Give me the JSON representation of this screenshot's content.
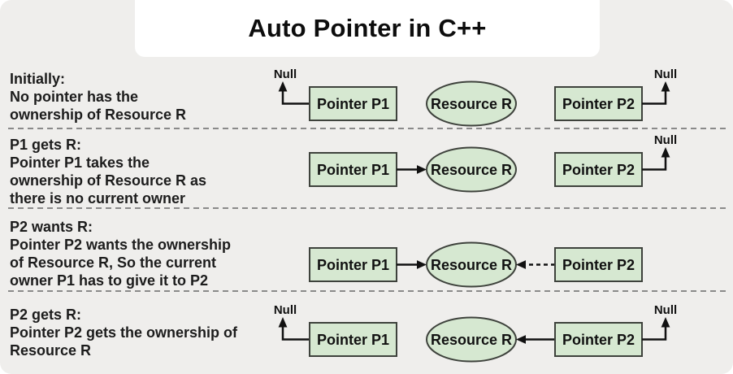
{
  "title": "Auto Pointer in C++",
  "labels": {
    "pointer_p1": "Pointer P1",
    "pointer_p2": "Pointer P2",
    "resource": "Resource R",
    "null_label": "Null"
  },
  "colors": {
    "canvas_bg": "#efeeec",
    "title_bg": "#ffffff",
    "node_fill": "#d6e8d1",
    "node_border": "#3e423c",
    "divider": "#8a8a8a",
    "text": "#1c1c1c",
    "line": "#111111"
  },
  "rows": [
    {
      "heading": "Initially:",
      "lines": [
        "No pointer has the",
        "ownership of Resource R"
      ],
      "p1_points_to": "Null",
      "p2_points_to": "Null"
    },
    {
      "heading": "P1 gets R:",
      "lines": [
        "Pointer P1 takes the",
        "ownership of Resource R as",
        "there is no current owner"
      ],
      "p1_points_to": "Resource R (solid arrow)",
      "p2_points_to": "Null"
    },
    {
      "heading": "P2 wants R:",
      "lines": [
        "Pointer P2 wants the ownership",
        "of Resource R, So the current",
        "owner P1 has to give it to P2"
      ],
      "p1_points_to": "Resource R (solid arrow)",
      "p2_points_to": "Resource R (dashed arrow)"
    },
    {
      "heading": "P2 gets R:",
      "lines": [
        "Pointer P2 gets the ownership of",
        "Resource R"
      ],
      "p1_points_to": "Null",
      "p2_points_to": "Resource R (solid arrow), Null"
    }
  ]
}
